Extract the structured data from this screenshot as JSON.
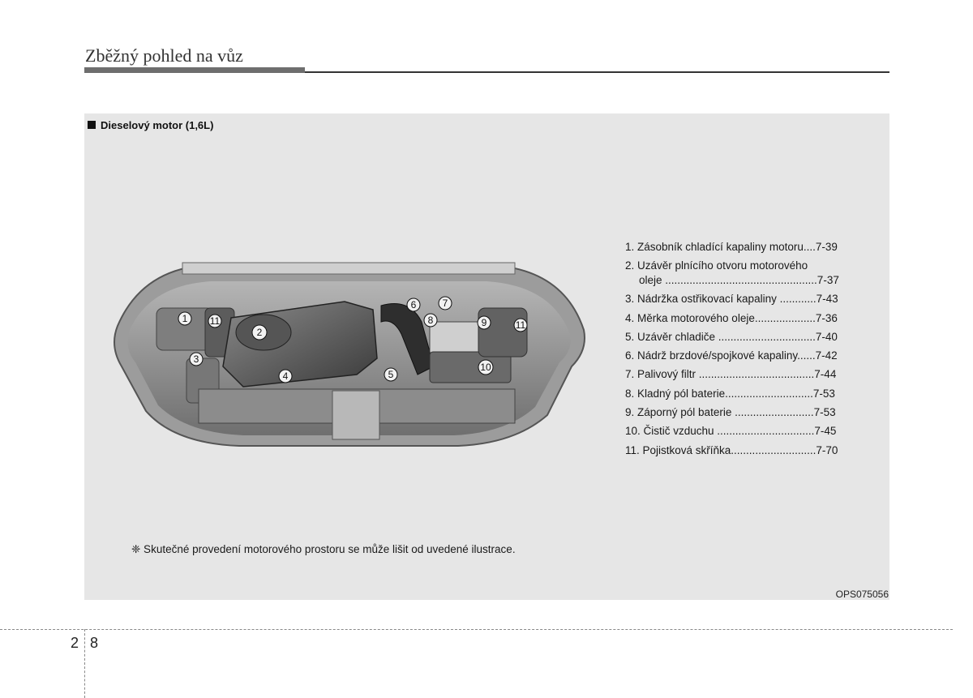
{
  "header": {
    "title": "Zběžný pohled na vůz"
  },
  "section": {
    "title": "Dieselový motor (1,6L)"
  },
  "legend": {
    "items": [
      {
        "text": "1. Zásobník chladící kapaliny motoru....7-39"
      },
      {
        "line1": "2. Uzávěr plnícího otvoru motorového",
        "line2": "oleje ..................................................7-37"
      },
      {
        "text": "3. Nádržka ostřikovací kapaliny ............7-43"
      },
      {
        "text": "4. Měrka motorového oleje....................7-36"
      },
      {
        "text": "5. Uzávěr chladiče ................................7-40"
      },
      {
        "text": "6. Nádrž brzdové/spojkové kapaliny......7-42"
      },
      {
        "text": "7. Palivový filtr ......................................7-44"
      },
      {
        "text": "8. Kladný pól baterie.............................7-53"
      },
      {
        "text": "9. Záporný pól baterie ..........................7-53"
      },
      {
        "text": "10. Čistič vzduchu ................................7-45"
      },
      {
        "text": "11. Pojistková skříňka............................7-70"
      }
    ]
  },
  "callouts": [
    "1",
    "11",
    "2",
    "3",
    "4",
    "5",
    "6",
    "7",
    "8",
    "9",
    "11",
    "10"
  ],
  "note": "❈ Skutečné provedení motorového prostoru se může lišit od uvedené ilustrace.",
  "image_code": "OPS075056",
  "footer": {
    "chapter": "2",
    "page": "8"
  },
  "colors": {
    "panel": "#e6e6e6",
    "header_bar": "#6e6e6e"
  }
}
